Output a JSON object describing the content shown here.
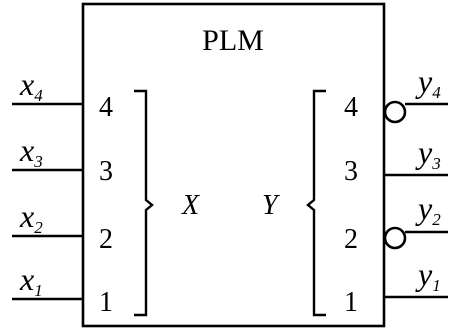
{
  "block": {
    "title": "PLM"
  },
  "inputs": {
    "group_label": "X",
    "pins": [
      {
        "pin": "4",
        "var": "x",
        "sub": "4",
        "inverted": false
      },
      {
        "pin": "3",
        "var": "x",
        "sub": "3",
        "inverted": false
      },
      {
        "pin": "2",
        "var": "x",
        "sub": "2",
        "inverted": false
      },
      {
        "pin": "1",
        "var": "x",
        "sub": "1",
        "inverted": false
      }
    ]
  },
  "outputs": {
    "group_label": "Y",
    "pins": [
      {
        "pin": "4",
        "var": "y",
        "sub": "4",
        "inverted": true
      },
      {
        "pin": "3",
        "var": "y",
        "sub": "3",
        "inverted": false
      },
      {
        "pin": "2",
        "var": "y",
        "sub": "2",
        "inverted": true
      },
      {
        "pin": "1",
        "var": "y",
        "sub": "1",
        "inverted": false
      }
    ]
  }
}
